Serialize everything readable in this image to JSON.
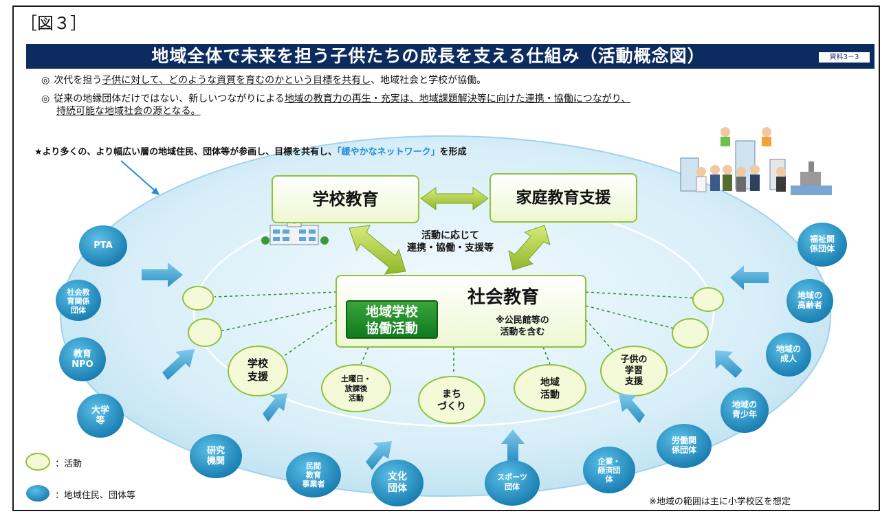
{
  "figure_label": "［図３］",
  "title": "地域全体で未来を担う子供たちの成長を支える仕組み（活動概念図）",
  "ref_tag": "資料3－3",
  "bullets": {
    "b1_mark": "◎",
    "b1_a": "次代を担う",
    "b1_b": "子供に対して、どのような資質を育むのかという目標を共有し",
    "b1_c": "、地域社会と学校が協働。",
    "b2_mark": "◎",
    "b2_a": "従来の地縁団体だけではない、新しいつながりによる",
    "b2_b": "地域の教育力の再生・充実は、地域課題解決等に向けた連携・協働につながり、",
    "b2_c": "持続可能な地域社会の源となる。"
  },
  "star_note": {
    "prefix": "★より多くの、より幅広い層の地域住民、団体等が参画し、目標を共有し、",
    "highlight": "「緩やかなネットワーク」",
    "suffix": "を形成"
  },
  "boxes": {
    "school": "学校教育",
    "family": "家庭教育支援",
    "social": "社会教育",
    "cooperation_line1": "地域学校",
    "cooperation_line2": "協働活動",
    "social_note_line1": "※公民館等の",
    "social_note_line2": "活動を含む"
  },
  "link_text": {
    "line1": "活動に応じて",
    "line2": "連携・協働・支援等"
  },
  "activities": [
    {
      "line1": "学校",
      "line2": "支援",
      "line3": ""
    },
    {
      "line1": "土曜日・",
      "line2": "放課後",
      "line3": "活動"
    },
    {
      "line1": "まち",
      "line2": "づくり",
      "line3": ""
    },
    {
      "line1": "地域",
      "line2": "活動",
      "line3": ""
    },
    {
      "line1": "子供の",
      "line2": "学習",
      "line3": "支援"
    }
  ],
  "residents_left": [
    {
      "line1": "PTA",
      "line2": "",
      "line3": ""
    },
    {
      "line1": "社会教",
      "line2": "育関係",
      "line3": "団体"
    },
    {
      "line1": "教育",
      "line2": "NPO",
      "line3": ""
    },
    {
      "line1": "大学",
      "line2": "等",
      "line3": ""
    },
    {
      "line1": "研究",
      "line2": "機関",
      "line3": ""
    },
    {
      "line1": "民間",
      "line2": "教育",
      "line3": "事業者"
    },
    {
      "line1": "文化",
      "line2": "団体",
      "line3": ""
    }
  ],
  "residents_right": [
    {
      "line1": "スポーツ",
      "line2": "団体",
      "line3": ""
    },
    {
      "line1": "企業・",
      "line2": "経済団",
      "line3": "体"
    },
    {
      "line1": "労働関",
      "line2": "係団体",
      "line3": ""
    },
    {
      "line1": "地域の",
      "line2": "青少年",
      "line3": ""
    },
    {
      "line1": "地域の",
      "line2": "成人",
      "line3": ""
    },
    {
      "line1": "地域の",
      "line2": "高齢者",
      "line3": ""
    },
    {
      "line1": "福祉関",
      "line2": "係団体",
      "line3": ""
    }
  ],
  "legend": {
    "activity": "：活動",
    "residents": "：地域住民、団体等"
  },
  "scope_note": "※地域の範囲は主に小学校区を想定",
  "colors": {
    "title_bg": "#0c2b5e",
    "ellipse_fill": "#d4ecf7",
    "resident_circle": "#1b8fc4",
    "activity_fill": "#f4fad8",
    "activity_border": "#8fc23a",
    "highlight_text": "#1f8ed6",
    "coop_box": "#0f7a1f"
  }
}
